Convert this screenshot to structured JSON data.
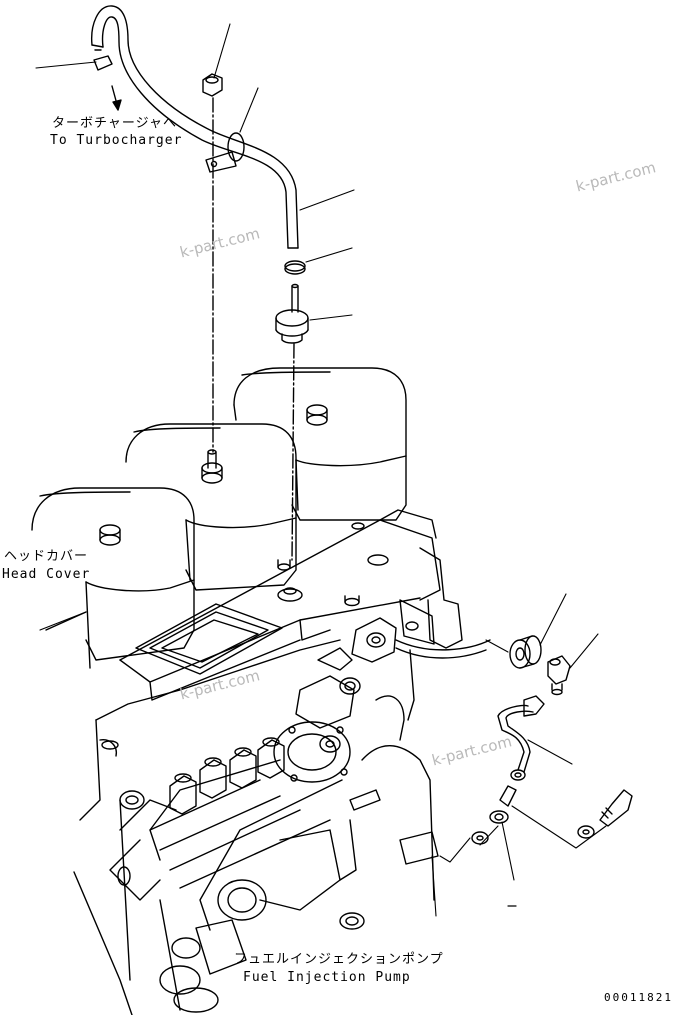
{
  "labels": {
    "turbo_jp": "ターボチャージャへ",
    "turbo_en": "To Turbocharger",
    "head_jp": "ヘッドカバー",
    "head_en": "Head Cover",
    "pump_jp": "フュエルインジェクションポンプ",
    "pump_en": "Fuel Injection Pump"
  },
  "diagram_code": "00011821",
  "watermark": "k-part.com",
  "colors": {
    "line": "#000000",
    "watermark": "#b9b9b9",
    "background": "#ffffff"
  }
}
